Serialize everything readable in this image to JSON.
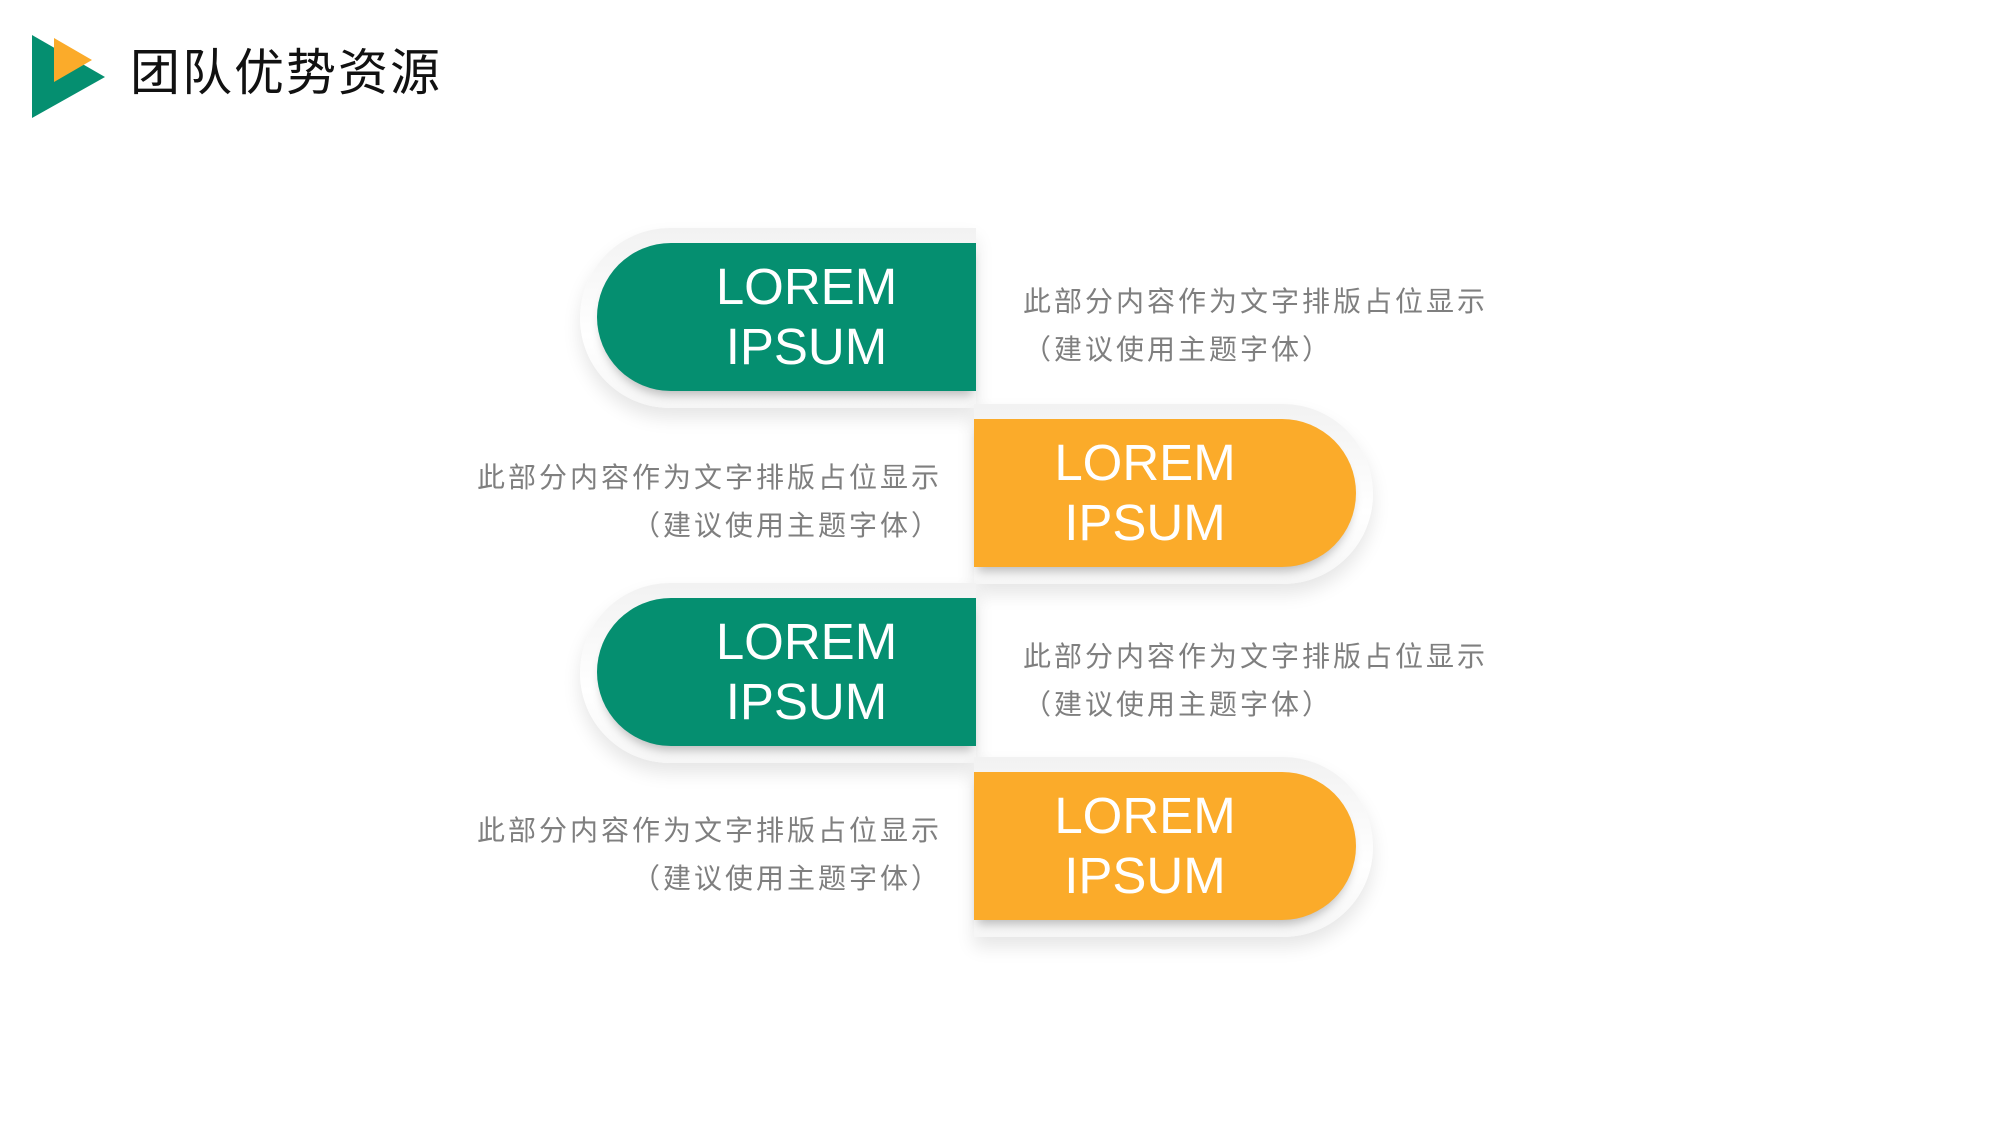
{
  "header": {
    "title": "团队优势资源",
    "logo_icon": "play-triangle-logo-icon"
  },
  "colors": {
    "green": "#058f70",
    "orange": "#fbab2a",
    "description_text": "#7f7f7f",
    "title_text": "#111111"
  },
  "items": [
    {
      "side": "left",
      "color": "green",
      "label_line1": "LOREM",
      "label_line2": "IPSUM",
      "desc_line1": "此部分内容作为文字排版占位显示",
      "desc_line2": "（建议使用主题字体）"
    },
    {
      "side": "right",
      "color": "orange",
      "label_line1": "LOREM",
      "label_line2": "IPSUM",
      "desc_line1": "此部分内容作为文字排版占位显示",
      "desc_line2": "（建议使用主题字体）"
    },
    {
      "side": "left",
      "color": "green",
      "label_line1": "LOREM",
      "label_line2": "IPSUM",
      "desc_line1": "此部分内容作为文字排版占位显示",
      "desc_line2": "（建议使用主题字体）"
    },
    {
      "side": "right",
      "color": "orange",
      "label_line1": "LOREM",
      "label_line2": "IPSUM",
      "desc_line1": "此部分内容作为文字排版占位显示",
      "desc_line2": "（建议使用主题字体）"
    }
  ]
}
